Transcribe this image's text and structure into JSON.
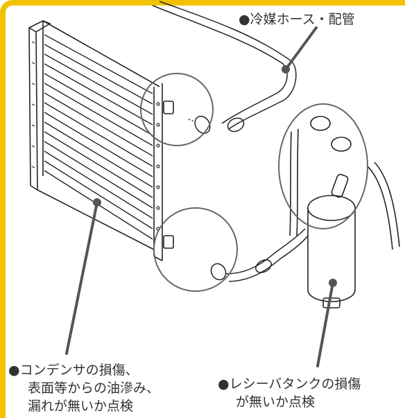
{
  "labels": {
    "hose": "●冷媒ホース・配管",
    "condenser_line1": "●コンデンサの損傷、",
    "condenser_line2": "表面等からの油滲み、",
    "condenser_line3": "漏れが無いか点検",
    "receiver_line1": "●レシーバタンクの損傷",
    "receiver_line2": "が無いか点検"
  },
  "colors": {
    "border": "#f2c200",
    "leader": "#555555",
    "circle": "#666666",
    "drawing": "#222222",
    "text": "#333333"
  }
}
